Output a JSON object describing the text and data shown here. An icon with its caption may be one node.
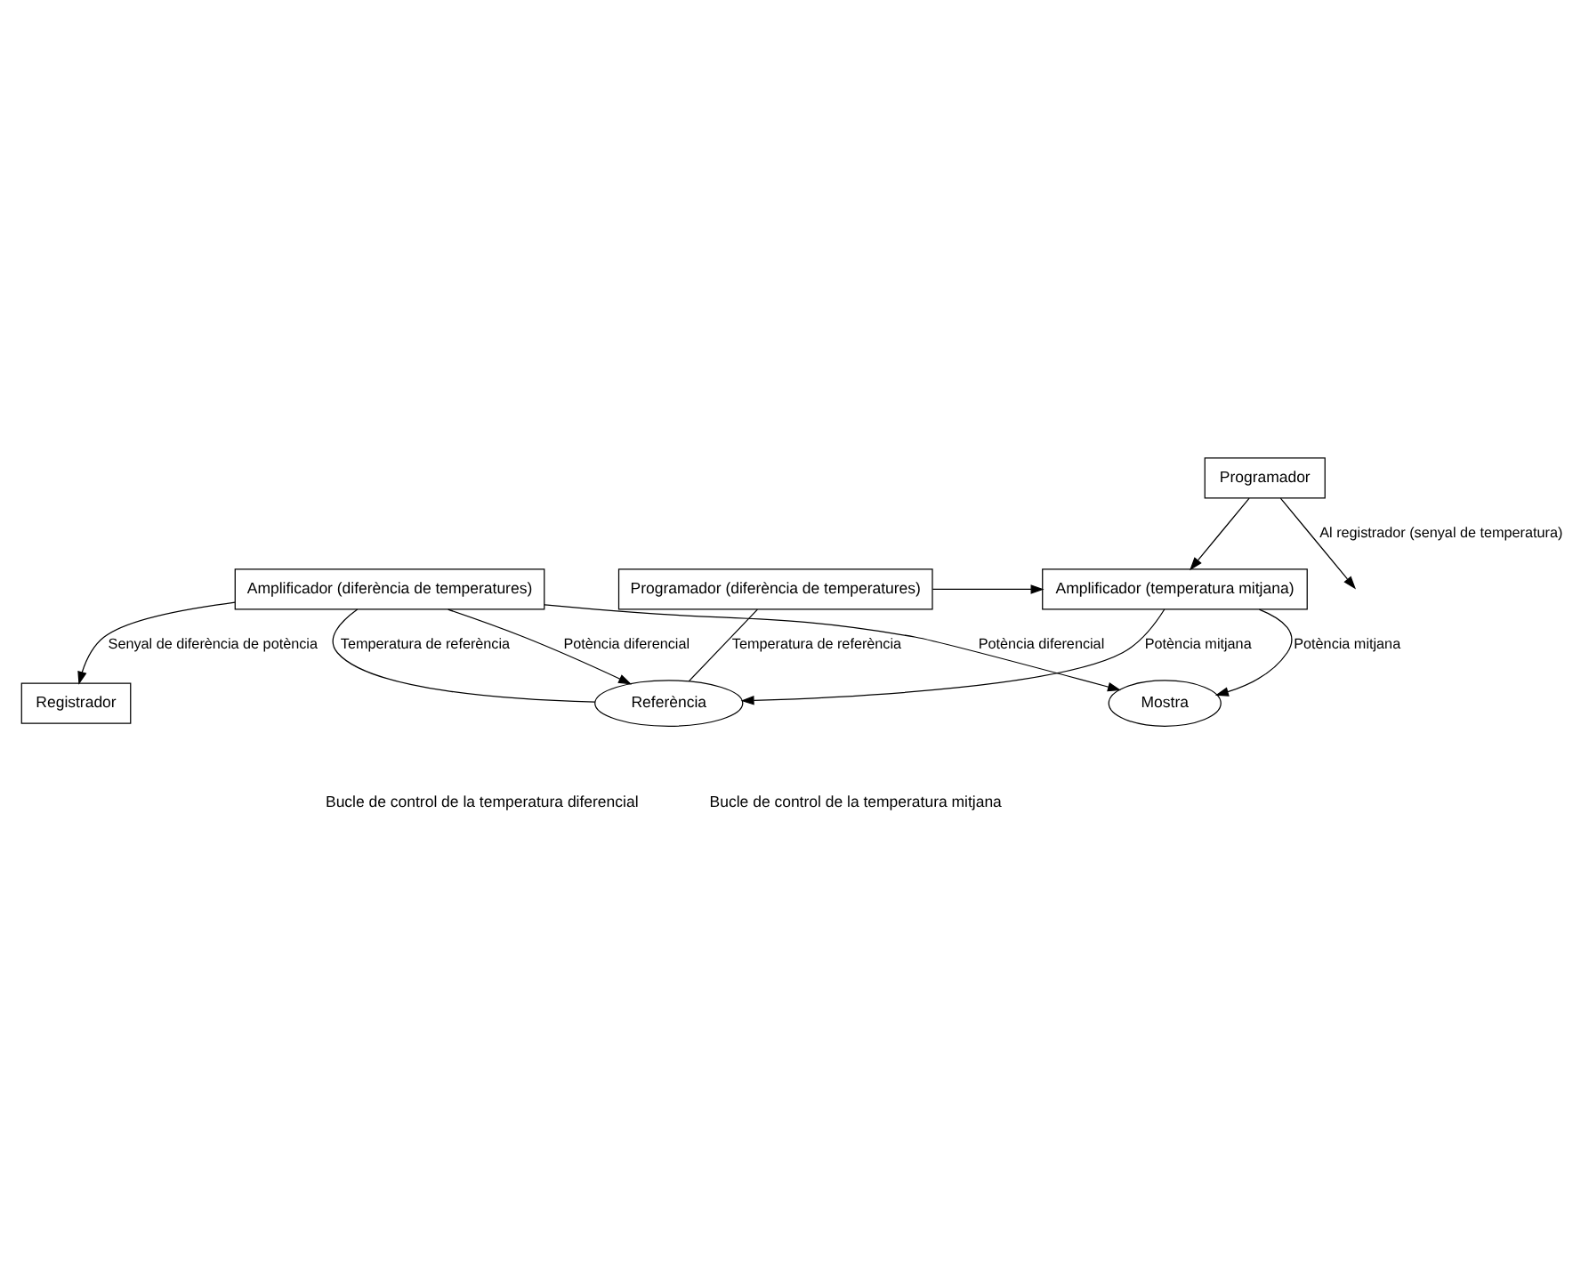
{
  "diagram": {
    "nodes": [
      {
        "text": [
          "Registrador"
        ]
      },
      {
        "text": [
          "Mostra"
        ]
      },
      {
        "text": [
          "Programador"
        ]
      },
      {
        "text": [
          "Amplificador (diferència de temperatures)"
        ]
      },
      {
        "text": [
          "Amplificador (temperatura mitjana)"
        ]
      },
      {
        "text": [
          "Programador (diferència de temperatures)"
        ]
      },
      {
        "text": [
          "Referència"
        ]
      }
    ],
    "edges": [
      {
        "from": 2,
        "to": null,
        "arrow": "to",
        "label": "Al registrador (senyal de temperatura)"
      },
      {
        "from": 3,
        "to": 0,
        "arrow": "to",
        "label": "Senyal de diferència de potència"
      },
      {
        "from": 3,
        "to": 1,
        "arrow": "to",
        "label": "Potència diferencial"
      },
      {
        "from": 4,
        "to": 1,
        "arrow": "to",
        "label": "Potència mitjana"
      },
      {
        "from": 2,
        "to": 4,
        "arrow": "to"
      },
      {
        "from": 5,
        "to": 4,
        "arrow": "to"
      },
      {
        "from": 3,
        "to": 6,
        "arrow": "to",
        "label": "Potència diferencial"
      },
      {
        "from": 4,
        "to": 6,
        "arrow": "to",
        "label": "Potència mitjana"
      },
      {
        "from": 6,
        "to": 3,
        "arrow": "none",
        "label": "Temperatura de referència"
      },
      {
        "from": 6,
        "to": 5,
        "arrow": "none",
        "label": "Temperatura de referència"
      }
    ],
    "labels": [
      "Bucle de control de la temperatura diferencial",
      "Bucle de control de la temperatura mitjana"
    ]
  }
}
